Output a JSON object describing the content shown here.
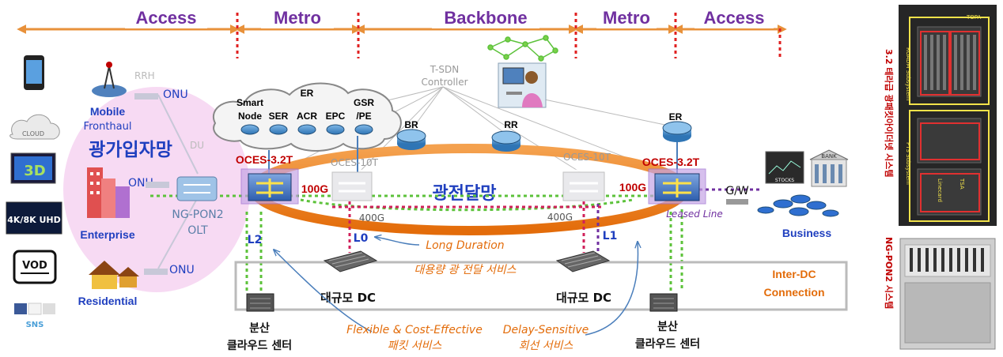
{
  "segments": [
    "Access",
    "Metro",
    "Backbone",
    "Metro",
    "Access"
  ],
  "controller": {
    "line1": "T-SDN",
    "line2": "Controller"
  },
  "er_cloud": {
    "title": "ER",
    "items": [
      {
        "l1": "Smart",
        "l2": "Node"
      },
      {
        "l1": "",
        "l2": "SER"
      },
      {
        "l1": "",
        "l2": "ACR"
      },
      {
        "l1": "",
        "l2": "EPC"
      },
      {
        "l1": "GSR",
        "l2": "/PE"
      }
    ]
  },
  "routers": {
    "br": "BR",
    "rr": "RR",
    "er_right": "ER"
  },
  "oces_left": "OCES-3.2T",
  "oces_right": "OCES-3.2T",
  "oces_gray_left": "OCES-10T",
  "oces_gray_right": "OCES-10T",
  "optical_network": "광전달망",
  "access_network": "광가입자망",
  "speed_100g_left": "100G",
  "speed_100g_right": "100G",
  "speed_400g_left": "400G",
  "speed_400g_right": "400G",
  "layers": {
    "l0": "L0",
    "l1": "L1",
    "l2": "L2"
  },
  "onu": [
    "ONU",
    "ONU",
    "ONU"
  ],
  "rrh": "RRH",
  "du": "DU",
  "olt": {
    "line1": "NG-PON2",
    "line2": "OLT"
  },
  "clients": {
    "mobile_line1": "Mobile",
    "mobile_line2": "Fronthaul",
    "enterprise": "Enterprise",
    "residential": "Residential",
    "business": "Business"
  },
  "devices": {
    "cloud": "CLOUD",
    "tv3d": "3D",
    "uhd": "4K/8K UHD",
    "vod": "VOD",
    "sns": "SNS",
    "stocks": "STOCKS",
    "bank": "BANK"
  },
  "gw": "G/W",
  "leased_line": "Leased Line",
  "annotations": {
    "long_duration": "Long Duration",
    "large_optical": "대용량 광 전달 서비스",
    "flexible_l1": "Flexible & Cost-Effective",
    "flexible_l2": "패킷 서비스",
    "delay_l1": "Delay-Sensitive",
    "delay_l2": "회선 서비스"
  },
  "dc": {
    "left": "대규모 DC",
    "right": "대규모 DC"
  },
  "cloud_center": {
    "line1": "분산",
    "line2": "클라우드 센터"
  },
  "inter_dc": {
    "line1": "Inter-DC",
    "line2": "Connection"
  },
  "photo_labels": {
    "top_vertical": "3.2 테라급 광패킷아이더넷 시스템",
    "bottom_vertical": "NG-PON2 시스템",
    "roadm": "ROADM Subsystem",
    "pts": "PTS Subsystem",
    "topa": "TOPA",
    "linecard": "Linecard",
    "tsa": "TSA"
  },
  "colors": {
    "segment_arrow": "#e8913a",
    "segment_text": "#7030a0",
    "boundary": "#e02020",
    "ring": "#e36c0a",
    "access_blob": "#f6d3f1",
    "green_dotted": "#5cc23a",
    "purple_dotted": "#7030a0",
    "red_dotted": "#d0205a",
    "label_blue": "#1f3fbf",
    "label_red": "#c00000",
    "orange_text": "#e36c0a"
  }
}
